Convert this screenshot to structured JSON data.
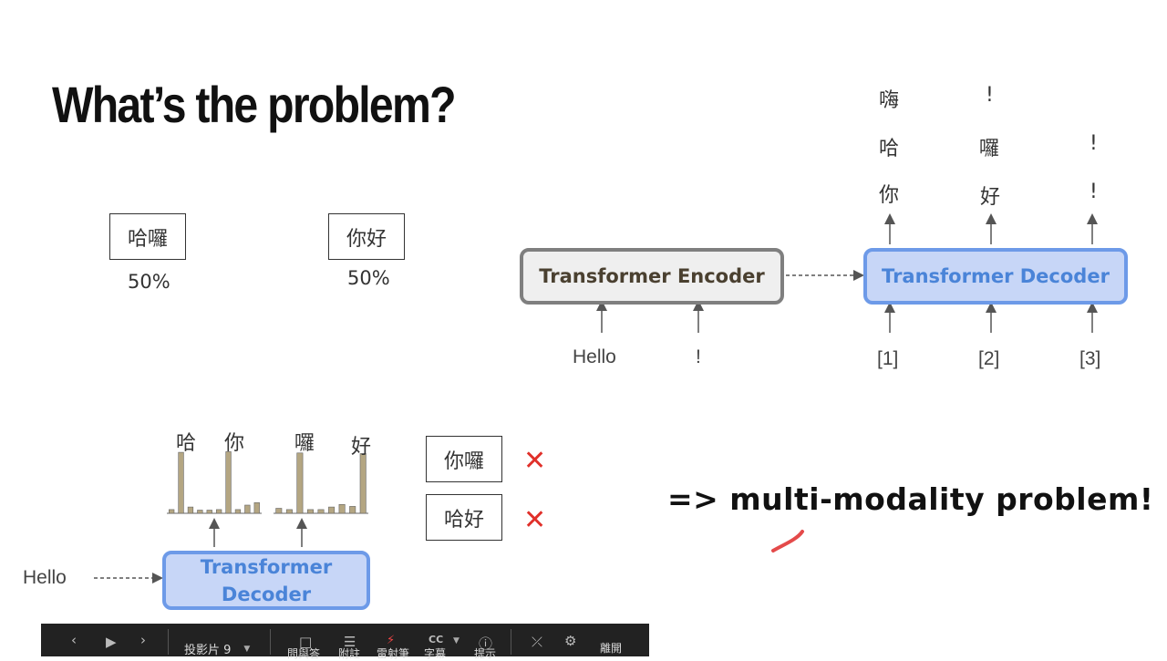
{
  "slide": {
    "title": "What’s the problem?",
    "option_a": {
      "text": "哈囉",
      "prob": "50%"
    },
    "option_b": {
      "text": "你好",
      "prob": "50%"
    },
    "encoder_label": "Transformer Encoder",
    "decoder_label": "Transformer Decoder",
    "encoder_inputs": [
      "Hello",
      "!"
    ],
    "decoder_inputs": [
      "[1]",
      "[2]",
      "[3]"
    ],
    "decoder_outputs": {
      "col1": [
        "嗨",
        "哈",
        "你"
      ],
      "col2": [
        "!",
        "囉",
        "好"
      ],
      "col3": [
        "!",
        "!"
      ]
    },
    "small_decoder_label_line1": "Transformer",
    "small_decoder_label_line2": "Decoder",
    "small_input": "Hello",
    "dist1_labels": [
      "哈",
      "你"
    ],
    "dist2_labels": [
      "囉",
      "好"
    ],
    "wrong_outputs": [
      "你囉",
      "哈好"
    ],
    "cross_mark": "✕",
    "conclusion": "=> multi-modality problem!",
    "colors": {
      "decoder_fill": "#c7d6f7",
      "decoder_border": "#6d9ae8",
      "encoder_border": "#7f7f7f",
      "bar": "#b4a682",
      "cross": "#e0302a"
    },
    "chart_dist1": [
      0.06,
      0.97,
      0.1,
      0.05,
      0.05,
      0.06,
      0.98,
      0.06,
      0.13,
      0.17
    ],
    "chart_dist2": [
      0.08,
      0.06,
      0.96,
      0.06,
      0.06,
      0.1,
      0.14,
      0.11,
      0.95
    ]
  },
  "toolbar": {
    "prev_icon": "chevron-left-icon",
    "play_icon": "play-icon",
    "next_icon": "chevron-right-icon",
    "slide_label": "投影片 9",
    "qa_label": "問與答",
    "notes_label": "附註",
    "live_label": "雷射筆",
    "captions_label": "字幕",
    "info_label": "提示",
    "exit_label": "離開"
  }
}
